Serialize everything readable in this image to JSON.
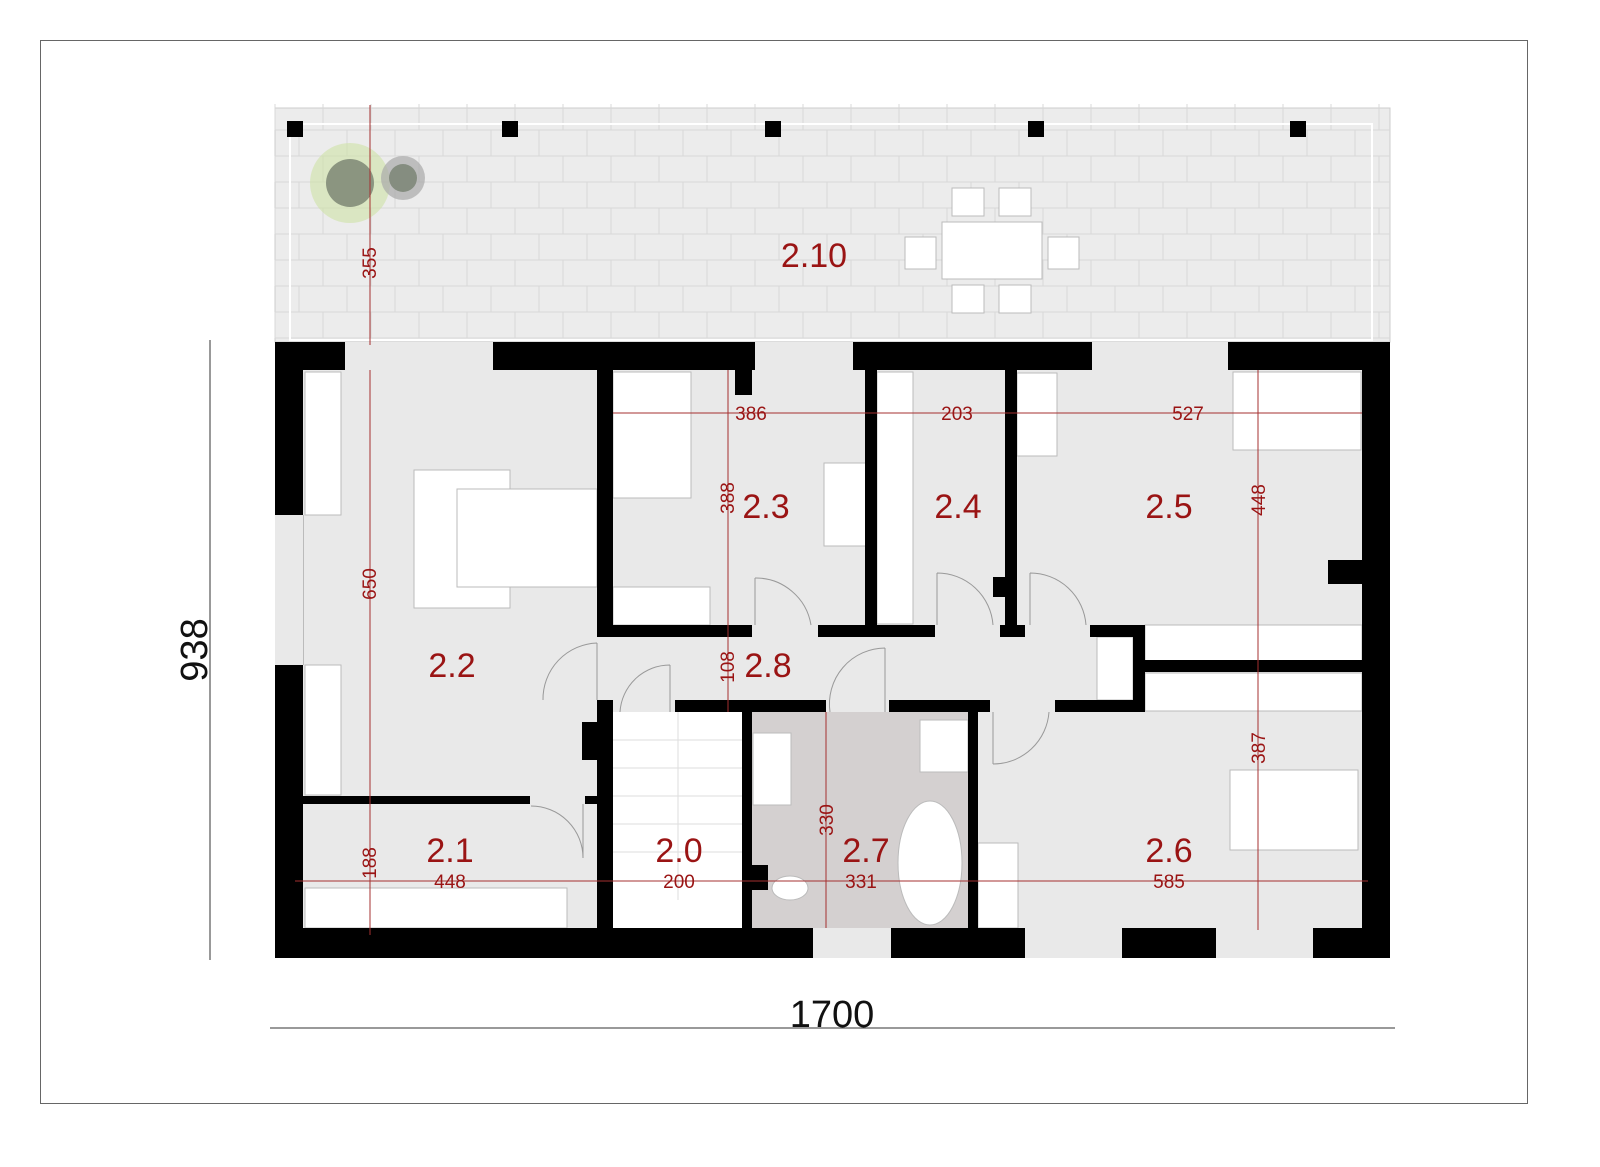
{
  "plan": {
    "overall_width": "1700",
    "overall_height": "938",
    "rooms": [
      {
        "id": "2.0"
      },
      {
        "id": "2.1"
      },
      {
        "id": "2.2"
      },
      {
        "id": "2.3"
      },
      {
        "id": "2.4"
      },
      {
        "id": "2.5"
      },
      {
        "id": "2.6"
      },
      {
        "id": "2.7"
      },
      {
        "id": "2.8"
      },
      {
        "id": "2.10"
      }
    ],
    "dimensions": {
      "terrace_depth": "355",
      "room_2_2_height": "650",
      "room_2_3_width": "386",
      "room_2_3_height": "388",
      "room_2_4_width": "203",
      "room_2_5_width": "527",
      "room_2_5_height": "448",
      "corridor_height": "108",
      "room_2_1_height": "188",
      "room_2_1_width": "448",
      "room_2_0_width": "200",
      "room_2_7_width": "331",
      "room_2_7_height": "330",
      "room_2_6_width": "585",
      "room_2_6_height": "387"
    }
  },
  "colors": {
    "label": "#9a1414",
    "wall": "#000000",
    "floor": "#e9e9e9",
    "bathroom": "#d4d0d0",
    "terrace": "#ececec"
  }
}
